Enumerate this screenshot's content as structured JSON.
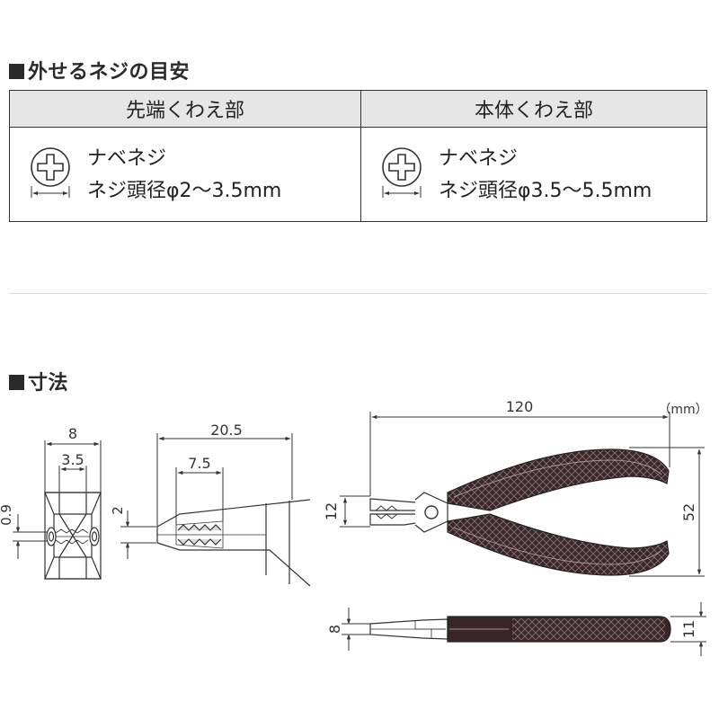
{
  "section_screws": {
    "title": "外せるネジの目安",
    "columns": [
      {
        "header": "先端くわえ部",
        "screw_type": "ナベネジ",
        "head_diameter": "ネジ頭径φ2～3.5mm",
        "icon": "phillips-screw-head-icon"
      },
      {
        "header": "本体くわえ部",
        "screw_type": "ナベネジ",
        "head_diameter": "ネジ頭径φ3.5～5.5mm",
        "icon": "phillips-screw-head-icon"
      }
    ]
  },
  "section_dimensions": {
    "title": "寸法",
    "unit": "（mm）",
    "front_view": {
      "width_total": "8",
      "width_inner": "3.5",
      "height_gap": "0.9"
    },
    "side_tip_view": {
      "length_total": "20.5",
      "length_serration": "7.5",
      "tip_thickness": "2"
    },
    "top_view": {
      "length_total": "120",
      "width_total": "52",
      "jaw_width": "12"
    },
    "thickness_view": {
      "tip_thickness": "8",
      "body_thickness": "11"
    }
  },
  "colors": {
    "heading": "#2a2a2a",
    "table_header_bg": "#e6e6e6",
    "handle": "#3a2528",
    "line": "#333333"
  }
}
